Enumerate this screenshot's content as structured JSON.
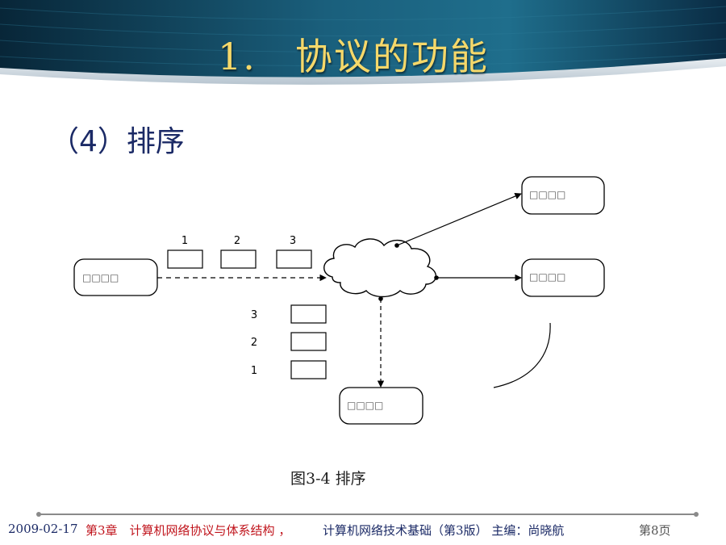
{
  "slide": {
    "title": "1.　协议的功能",
    "subtitle": "（4）排序"
  },
  "diagram": {
    "sender_label": "□□□□",
    "receiver_labels": [
      "□□□□",
      "□□□□",
      "□□□□"
    ],
    "sent_packets": [
      "1",
      "2",
      "3"
    ],
    "received_packets": [
      "3",
      "2",
      "1"
    ],
    "caption": "图3-4 排序"
  },
  "footer": {
    "date": "2009-02-17",
    "chapter": "第3章　计算机网络协议与体系结构 ，",
    "book": "计算机网络技术基础（第3版） 主编：尚晓航",
    "page": "第8页"
  },
  "colors": {
    "banner_dark": "#0b2f4a",
    "banner_mid": "#1f6a86",
    "title": "#f5d86a",
    "subtitle": "#1b2a66",
    "footer_red": "#c0141c"
  }
}
